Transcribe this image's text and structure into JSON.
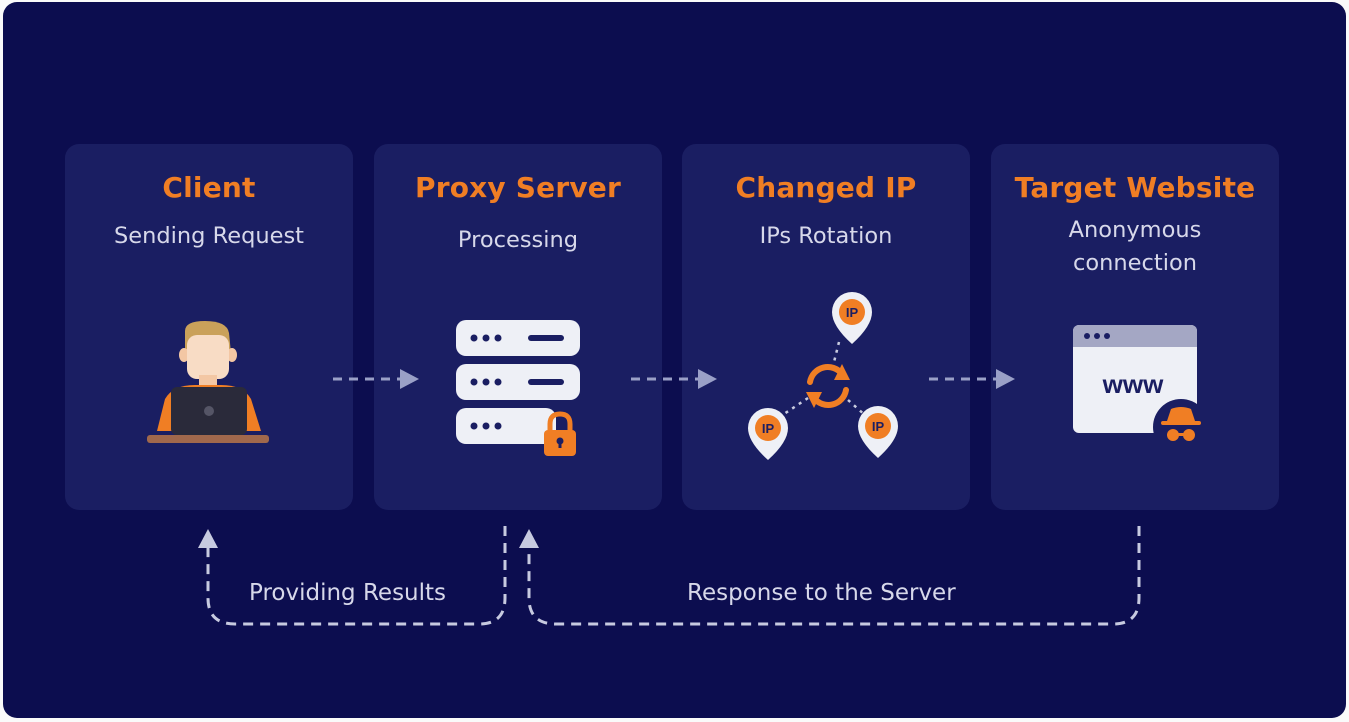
{
  "steps": [
    {
      "title": "Client",
      "subtitle": "Sending Request"
    },
    {
      "title": "Proxy Server",
      "subtitle": "Processing"
    },
    {
      "title": "Changed IP",
      "subtitle": "IPs Rotation"
    },
    {
      "title": "Target Website",
      "subtitle": "Anonymous connection"
    }
  ],
  "ip_pins": [
    "IP",
    "IP",
    "IP"
  ],
  "browser_text": "www",
  "returns": {
    "providing_results": "Providing Results",
    "response_to_server": "Response to the Server"
  },
  "colors": {
    "background": "#0c0d4f",
    "card": "#1a1e62",
    "accent": "#f07e24",
    "text": "#d7d8ea",
    "arrow": "#9aa0c7"
  }
}
